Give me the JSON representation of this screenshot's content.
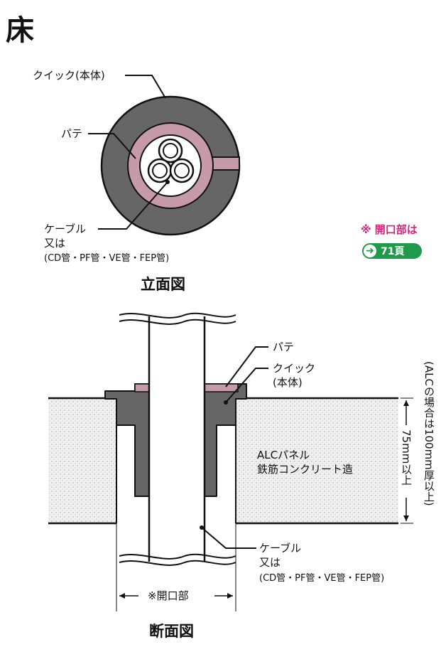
{
  "page": {
    "title": "床"
  },
  "elevation": {
    "labels": {
      "quick": "クイック(本体)",
      "putty": "パテ",
      "cable_1": "ケーブル",
      "cable_2": "又は",
      "cable_3": "(CD管・PF管・VE管・FEP管)"
    },
    "caption": "立面図"
  },
  "reference": {
    "note": "※ 開口部は",
    "page": "71頁",
    "arrow_icon": "arrow-right-icon"
  },
  "section": {
    "labels": {
      "putty": "パテ",
      "quick_1": "クイック",
      "quick_2": "(本体)",
      "alc_1": "ALCパネル",
      "alc_2": "鉄筋コンクリート造",
      "thickness": "75mm以上",
      "thickness_note": "(ALCの場合は100mm厚以上)",
      "cable_1": "ケーブル",
      "cable_2": "又は",
      "cable_3": "(CD管・PF管・VE管・FEP管)",
      "opening": "※開口部"
    },
    "caption": "断面図"
  },
  "colors": {
    "quick_gray": "#666666",
    "putty_pink": "#c79aaa",
    "ref_green": "#1f9a4b",
    "ref_pink": "#d6247d"
  }
}
